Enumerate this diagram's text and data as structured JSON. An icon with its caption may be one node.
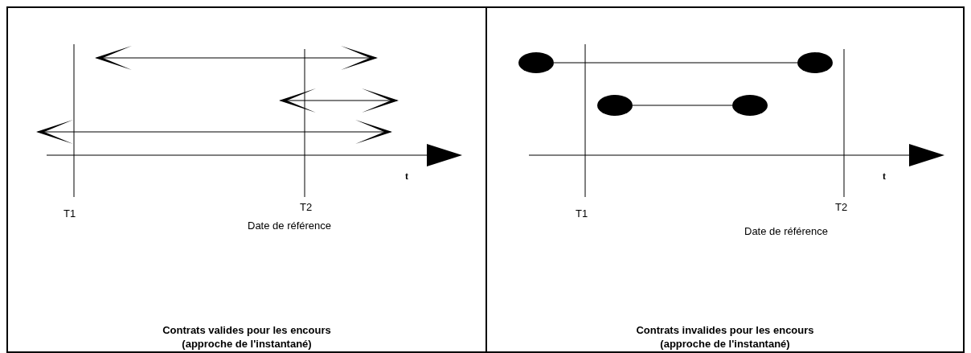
{
  "diagram": {
    "nodes": [
      {
        "text": [
          "Contrats valides pour les encours (approche de l'instantané)"
        ]
      },
      {
        "text": [
          "Contrats invalides pour les encours (approche de l'instantané)"
        ]
      },
      {
        "text": [],
        "shape": "circle",
        "in": 1
      },
      {
        "text": [],
        "shape": "circle",
        "in": 1
      },
      {
        "text": [],
        "shape": "circle",
        "in": 1
      },
      {
        "text": [],
        "shape": "circle",
        "in": 1
      }
    ],
    "edges": [
      {
        "from": 2,
        "to": 3,
        "arrow": "none"
      },
      {
        "from": 4,
        "to": 5,
        "arrow": "none"
      }
    ],
    "labels": [
      "t",
      "T1",
      "T2",
      "Date de référence",
      "t",
      "T1",
      "T2",
      "Date de référence"
    ]
  }
}
